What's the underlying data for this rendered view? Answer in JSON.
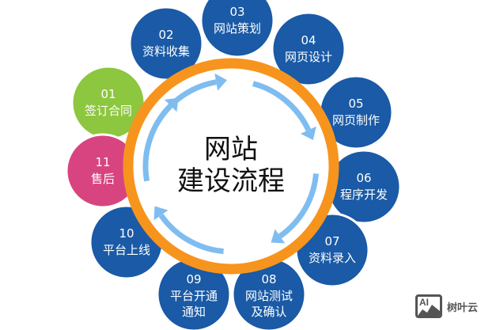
{
  "center_title": [
    "网站",
    "建设流程"
  ],
  "colors": {
    "blue": "#1a5aa6",
    "green": "#8dc63f",
    "pink": "#d8447f",
    "ring": "#f7941d",
    "arrow": "#7fbdf0"
  },
  "steps": [
    {
      "num": "01",
      "label": [
        "签订合同"
      ],
      "color": "green"
    },
    {
      "num": "02",
      "label": [
        "资料收集"
      ],
      "color": "blue"
    },
    {
      "num": "03",
      "label": [
        "网站策划"
      ],
      "color": "blue"
    },
    {
      "num": "04",
      "label": [
        "网页设计"
      ],
      "color": "blue"
    },
    {
      "num": "05",
      "label": [
        "网页制作"
      ],
      "color": "blue"
    },
    {
      "num": "06",
      "label": [
        "程序开发"
      ],
      "color": "blue"
    },
    {
      "num": "07",
      "label": [
        "资料录入"
      ],
      "color": "blue"
    },
    {
      "num": "08",
      "label": [
        "网站测试",
        "及确认"
      ],
      "color": "blue"
    },
    {
      "num": "09",
      "label": [
        "平台开通",
        "通知"
      ],
      "color": "blue"
    },
    {
      "num": "10",
      "label": [
        "平台上线"
      ],
      "color": "blue"
    },
    {
      "num": "11",
      "label": [
        "售后"
      ],
      "color": "pink"
    }
  ],
  "watermark": {
    "logo": "AI",
    "text": "树叶云"
  }
}
